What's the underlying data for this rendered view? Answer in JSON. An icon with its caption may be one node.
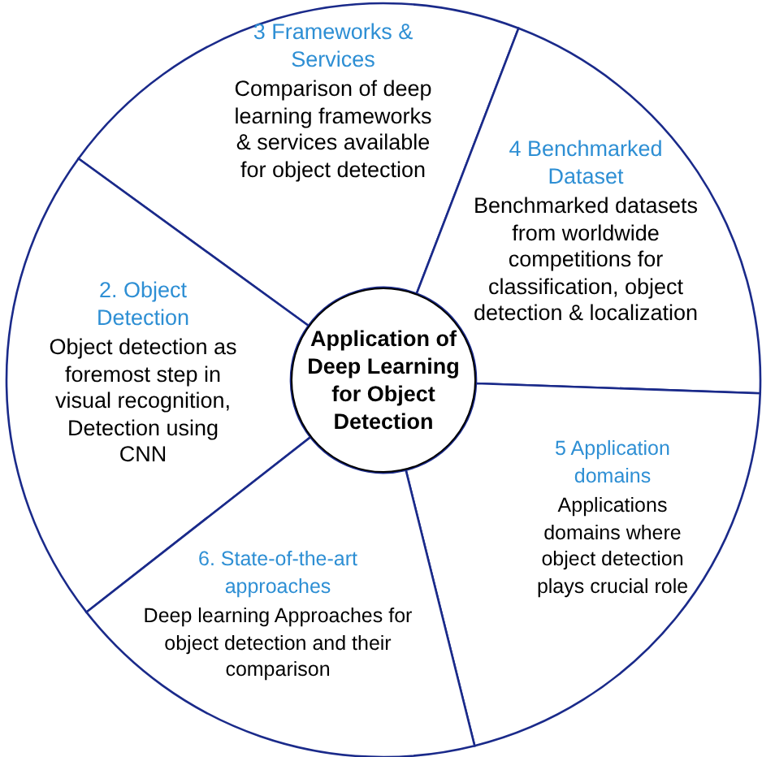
{
  "diagram": {
    "nodes": [
      {
        "text": [
          "3 Frameworks & Services",
          "Comparison of deep learning frameworks & services available for object detection"
        ]
      },
      {
        "text": [
          "4 Benchmarked Dataset",
          "Benchmarked datasets from worldwide competitions for classification, object detection & localization"
        ]
      },
      {
        "text": [
          "2. Object Detection",
          "Object detection as foremost step in visual recognition, Detection using CNN"
        ]
      },
      {
        "text": [
          "Application of Deep Learning for Object Detection"
        ]
      },
      {
        "text": [
          "5 Application domains",
          "Applications domains where object detection plays crucial role"
        ]
      },
      {
        "text": [
          "6. State-of-the-art approaches",
          "Deep learning Approaches for object detection and their comparison"
        ]
      }
    ]
  }
}
